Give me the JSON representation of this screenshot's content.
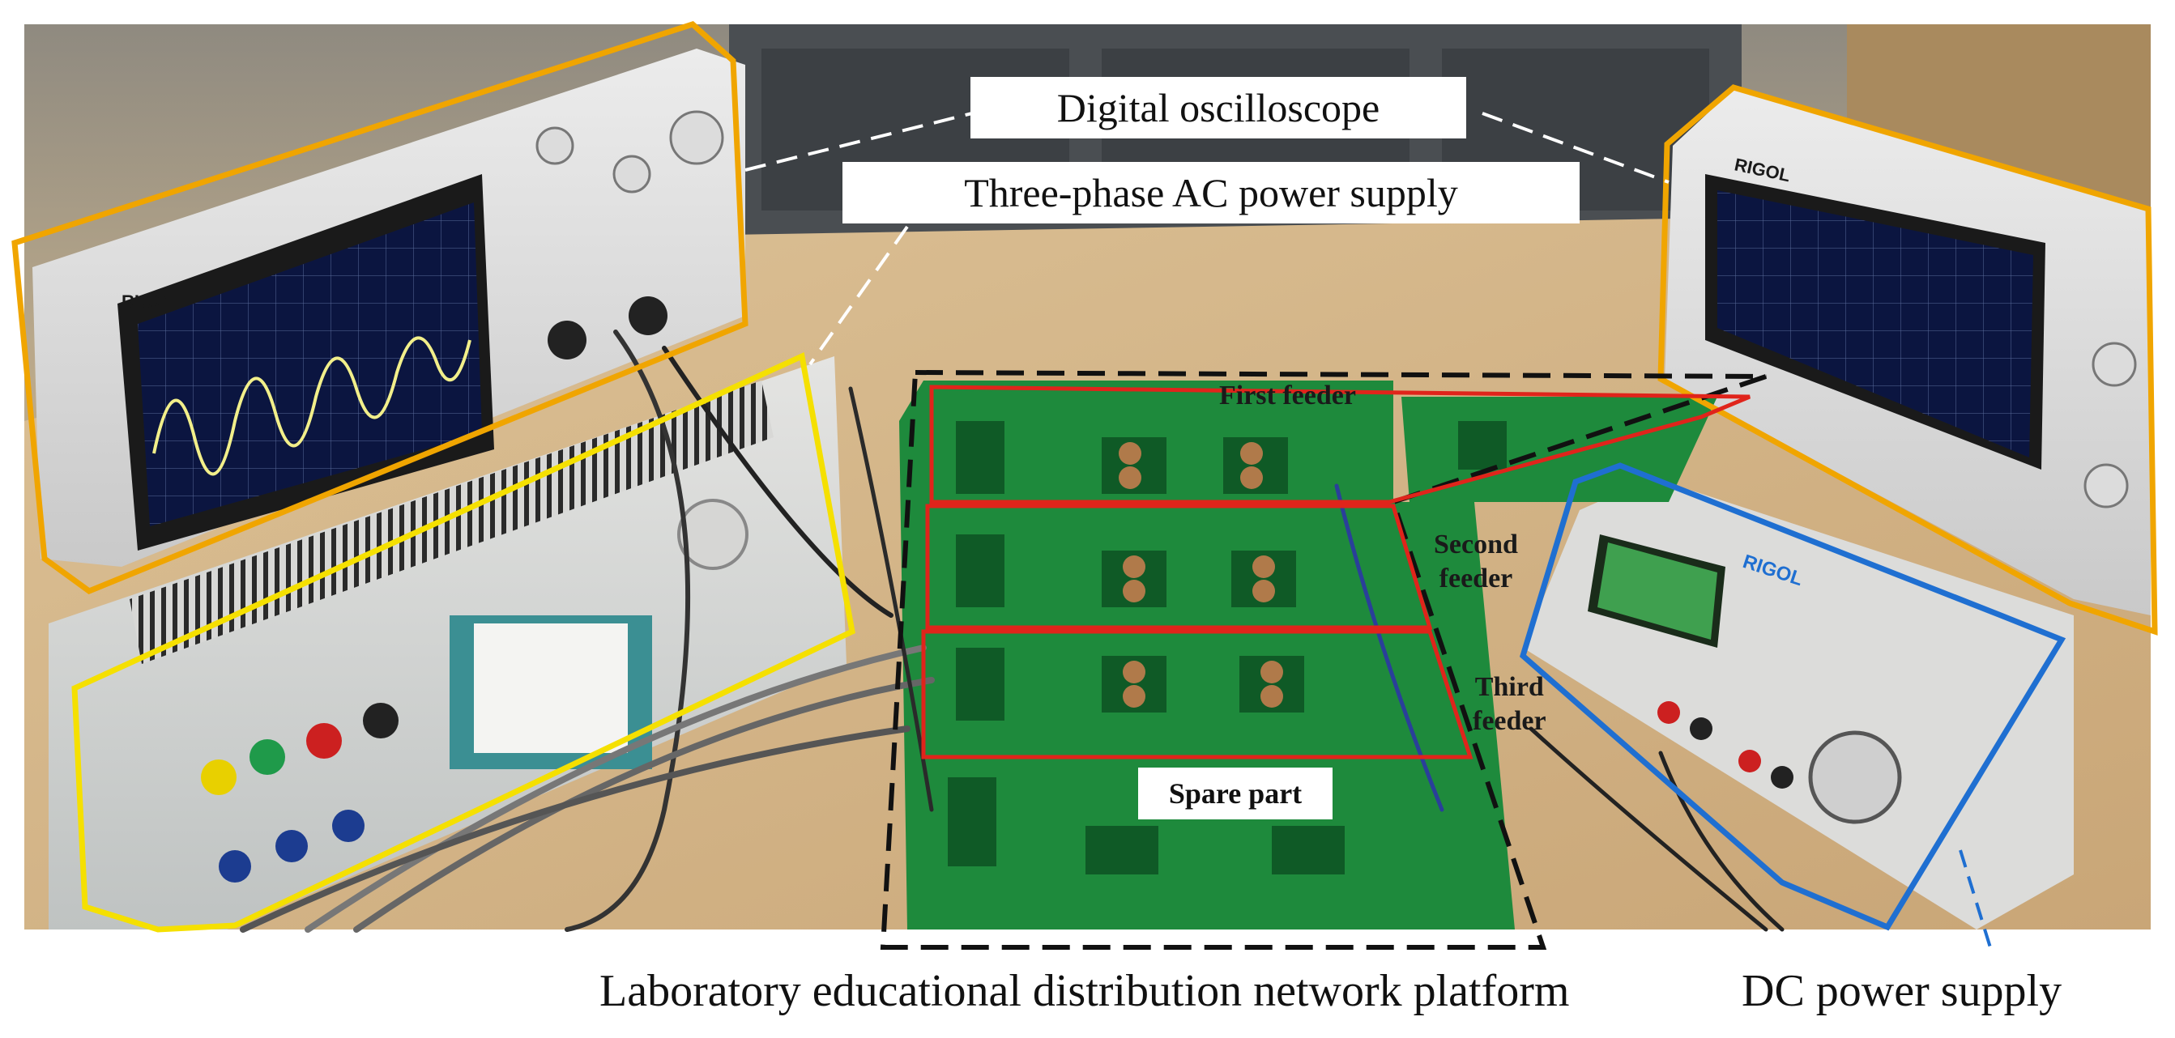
{
  "labels": {
    "digital_oscilloscope": "Digital oscilloscope",
    "three_phase_ac": "Three-phase AC power supply",
    "first_feeder": "First feeder",
    "second_feeder_line1": "Second",
    "second_feeder_line2": "feeder",
    "third_feeder_line1": "Third",
    "third_feeder_line2": "feeder",
    "spare_part": "Spare part",
    "platform_caption": "Laboratory educational distribution network platform",
    "dc_power_caption": "DC power supply"
  },
  "devices": {
    "left_scope_brand": "RIGOL",
    "right_scope_brand": "RIGOL",
    "dc_supply_brand": "RIGOL"
  },
  "colors": {
    "oscilloscope_outline": "#f0a500",
    "ac_supply_outline": "#f5e000",
    "feeder_outline": "#e0241b",
    "platform_outline": "#111111",
    "dc_supply_outline": "#1f6fd1",
    "pcb_green": "#1e8a3c",
    "table": "#d9b98e"
  }
}
